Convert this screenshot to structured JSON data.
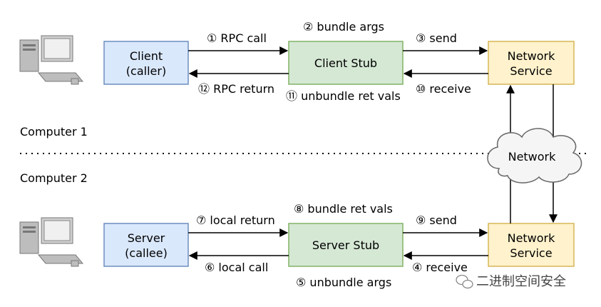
{
  "computer1_label": "Computer 1",
  "computer2_label": "Computer 2",
  "boxes": {
    "client": {
      "line1": "Client",
      "line2": "(caller)"
    },
    "client_stub": {
      "line1": "Client Stub"
    },
    "network_service_top": {
      "line1": "Network",
      "line2": "Service"
    },
    "server": {
      "line1": "Server",
      "line2": "(callee)"
    },
    "server_stub": {
      "line1": "Server Stub"
    },
    "network_service_bottom": {
      "line1": "Network",
      "line2": "Service"
    },
    "network_cloud": {
      "line1": "Network"
    }
  },
  "steps": {
    "s1": "① RPC call",
    "s2": "② bundle args",
    "s3": "③ send",
    "s4": "④ receive",
    "s5": "⑤ unbundle args",
    "s6": "⑥ local call",
    "s7": "⑦ local return",
    "s8": "⑧ bundle ret vals",
    "s9": "⑨ send",
    "s10": "⑩ receive",
    "s11": "⑪ unbundle ret vals",
    "s12": "⑫ RPC return"
  },
  "watermark": "二进制空间安全",
  "colors": {
    "client_fill": "#dae8fc",
    "client_stroke": "#6c8ebf",
    "stub_fill": "#d5e8d4",
    "stub_stroke": "#82b366",
    "service_fill": "#fff2cc",
    "service_stroke": "#d6b656",
    "cloud_fill": "#f5f5f5",
    "cloud_stroke": "#666666"
  }
}
